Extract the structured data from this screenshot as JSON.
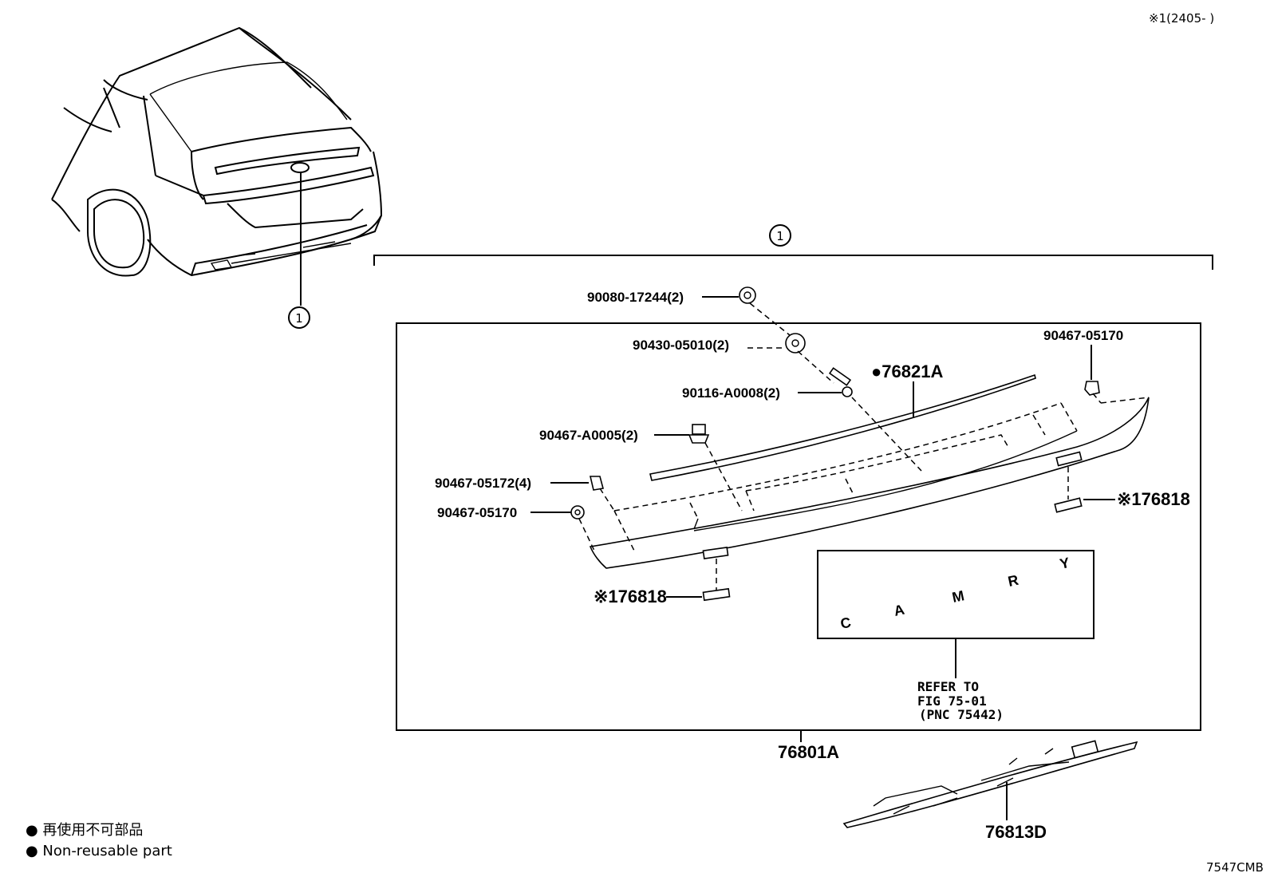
{
  "header": {
    "date_code": "※1(2405-      )"
  },
  "callout_marker": "1",
  "assembly": {
    "part_number": "76801A",
    "refer": {
      "line1": "REFER TO",
      "line2": "FIG 75-01",
      "line3": "(PNC 75442)"
    }
  },
  "parts": {
    "p1": "90080-17244(2)",
    "p2": "90430-05010(2)",
    "p3": "90116-A0008(2)",
    "p4": "●76821A",
    "p5": "90467-05170",
    "p6": "90467-A0005(2)",
    "p7": "90467-05172(4)",
    "p8": "90467-05170",
    "p9": "※176818",
    "p10": "※176818",
    "p11": "76813D"
  },
  "emblem_letters": [
    "C",
    "A",
    "M",
    "R",
    "Y"
  ],
  "legend": {
    "line1": "● 再使用不可部品",
    "line2": "● Non-reusable part"
  },
  "figure_code": "7547CMB"
}
